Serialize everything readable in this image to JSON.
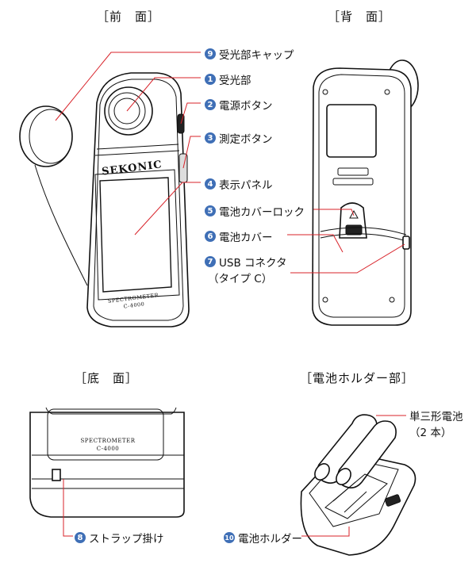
{
  "sections": {
    "front": "［前　面］",
    "back": "［背　面］",
    "bottom": "［底　面］",
    "battery": "［電池ホルダー部］"
  },
  "device": {
    "brand": "SEKONIC",
    "line1": "SPECTROMETER",
    "line2": "C-4000"
  },
  "labels": [
    {
      "num": "9",
      "text": "受光部キャップ"
    },
    {
      "num": "1",
      "text": "受光部"
    },
    {
      "num": "2",
      "text": "電源ボタン"
    },
    {
      "num": "3",
      "text": "測定ボタン"
    },
    {
      "num": "4",
      "text": "表示パネル"
    },
    {
      "num": "5",
      "text": "電池カバーロック"
    },
    {
      "num": "6",
      "text": "電池カバー"
    },
    {
      "num": "7",
      "text": "USB コネクタ",
      "sub": "（タイプ C）"
    },
    {
      "num": "8",
      "text": "ストラップ掛け"
    },
    {
      "num": "10",
      "text": "電池ホルダー"
    }
  ],
  "battery_label": {
    "line1": "単三形電池",
    "line2": "（2 本）"
  },
  "colors": {
    "leader": "#d8232a",
    "badge": "#3f6fb6"
  }
}
